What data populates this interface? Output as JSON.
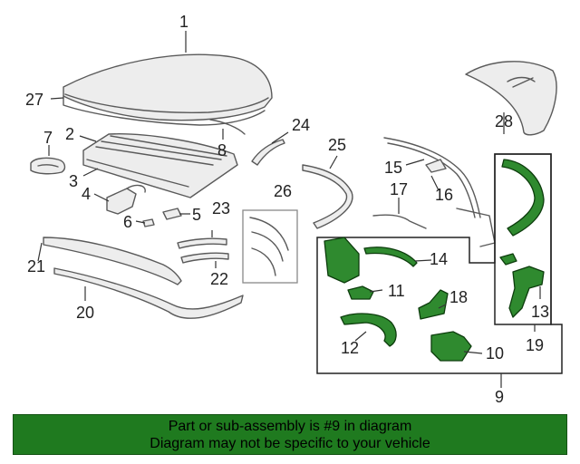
{
  "diagram": {
    "callouts": [
      {
        "id": "c1",
        "label": "1"
      },
      {
        "id": "c2",
        "label": "2"
      },
      {
        "id": "c3",
        "label": "3"
      },
      {
        "id": "c4",
        "label": "4"
      },
      {
        "id": "c5",
        "label": "5"
      },
      {
        "id": "c6",
        "label": "6"
      },
      {
        "id": "c7",
        "label": "7"
      },
      {
        "id": "c8",
        "label": "8"
      },
      {
        "id": "c9",
        "label": "9"
      },
      {
        "id": "c10",
        "label": "10"
      },
      {
        "id": "c11",
        "label": "11"
      },
      {
        "id": "c12",
        "label": "12"
      },
      {
        "id": "c13",
        "label": "13"
      },
      {
        "id": "c14",
        "label": "14"
      },
      {
        "id": "c15",
        "label": "15"
      },
      {
        "id": "c16",
        "label": "16"
      },
      {
        "id": "c17",
        "label": "17"
      },
      {
        "id": "c18",
        "label": "18"
      },
      {
        "id": "c19",
        "label": "19"
      },
      {
        "id": "c20",
        "label": "20"
      },
      {
        "id": "c21",
        "label": "21"
      },
      {
        "id": "c22",
        "label": "22"
      },
      {
        "id": "c23",
        "label": "23"
      },
      {
        "id": "c24",
        "label": "24"
      },
      {
        "id": "c25",
        "label": "25"
      },
      {
        "id": "c26",
        "label": "26"
      },
      {
        "id": "c27",
        "label": "27"
      },
      {
        "id": "c28",
        "label": "28"
      }
    ],
    "highlighted_part": "9",
    "colors": {
      "highlight": "#2f8a2f",
      "banner": "#1f7a1f"
    }
  },
  "banner": {
    "line1": "Part or sub-assembly is #9 in diagram",
    "line2": "Diagram may not be specific to your vehicle"
  }
}
